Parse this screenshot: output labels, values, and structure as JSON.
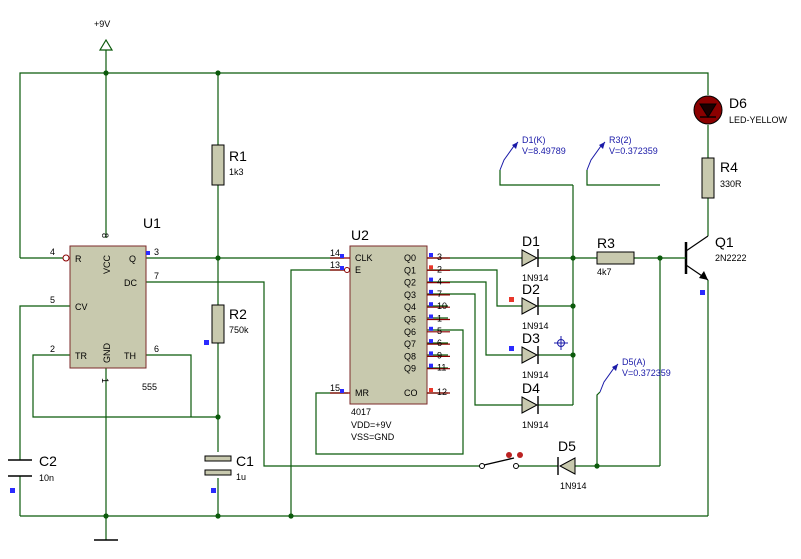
{
  "supply": {
    "label": "+9V"
  },
  "u1": {
    "ref": "U1",
    "part": "555",
    "pins": {
      "r": "R",
      "vcc": "VCC",
      "q": "Q",
      "dc": "DC",
      "cv": "CV",
      "tr": "TR",
      "gnd": "GND",
      "th": "TH"
    },
    "pin_numbers": {
      "p4": "4",
      "p8": "8",
      "p3": "3",
      "p7": "7",
      "p5": "5",
      "p2": "2",
      "p6": "6",
      "p1": "1"
    }
  },
  "u2": {
    "ref": "U2",
    "part": "4017",
    "vdd": "VDD=+9V",
    "vss": "VSS=GND",
    "left_pins": [
      {
        "num": "14",
        "name": "CLK"
      },
      {
        "num": "13",
        "name": "E"
      },
      {
        "num": "15",
        "name": "MR"
      }
    ],
    "right_pins": [
      {
        "num": "3",
        "name": "Q0"
      },
      {
        "num": "2",
        "name": "Q1"
      },
      {
        "num": "4",
        "name": "Q2"
      },
      {
        "num": "7",
        "name": "Q3"
      },
      {
        "num": "10",
        "name": "Q4"
      },
      {
        "num": "1",
        "name": "Q5"
      },
      {
        "num": "5",
        "name": "Q6"
      },
      {
        "num": "6",
        "name": "Q7"
      },
      {
        "num": "9",
        "name": "Q8"
      },
      {
        "num": "11",
        "name": "Q9"
      },
      {
        "num": "12",
        "name": "CO"
      }
    ]
  },
  "resistors": {
    "r1": {
      "ref": "R1",
      "value": "1k3"
    },
    "r2": {
      "ref": "R2",
      "value": "750k"
    },
    "r3": {
      "ref": "R3",
      "value": "4k7"
    },
    "r4": {
      "ref": "R4",
      "value": "330R"
    }
  },
  "capacitors": {
    "c1": {
      "ref": "C1",
      "value": "1u"
    },
    "c2": {
      "ref": "C2",
      "value": "10n"
    }
  },
  "diodes": {
    "d1": {
      "ref": "D1",
      "part": "1N914"
    },
    "d2": {
      "ref": "D2",
      "part": "1N914"
    },
    "d3": {
      "ref": "D3",
      "part": "1N914"
    },
    "d4": {
      "ref": "D4",
      "part": "1N914"
    },
    "d5": {
      "ref": "D5",
      "part": "1N914"
    },
    "d6": {
      "ref": "D6",
      "part": "LED-YELLOW"
    }
  },
  "transistor": {
    "ref": "Q1",
    "part": "2N2222"
  },
  "probes": [
    {
      "name": "D1(K)",
      "value": "V=8.49789"
    },
    {
      "name": "R3(2)",
      "value": "V=0.372359"
    },
    {
      "name": "D5(A)",
      "value": "V=0.372359"
    }
  ],
  "colors": {
    "wire": "#0b5a0b",
    "chip_fill": "#c8c9ae",
    "probe_text": "#1a1aa8",
    "led_body": "#8b0000"
  }
}
